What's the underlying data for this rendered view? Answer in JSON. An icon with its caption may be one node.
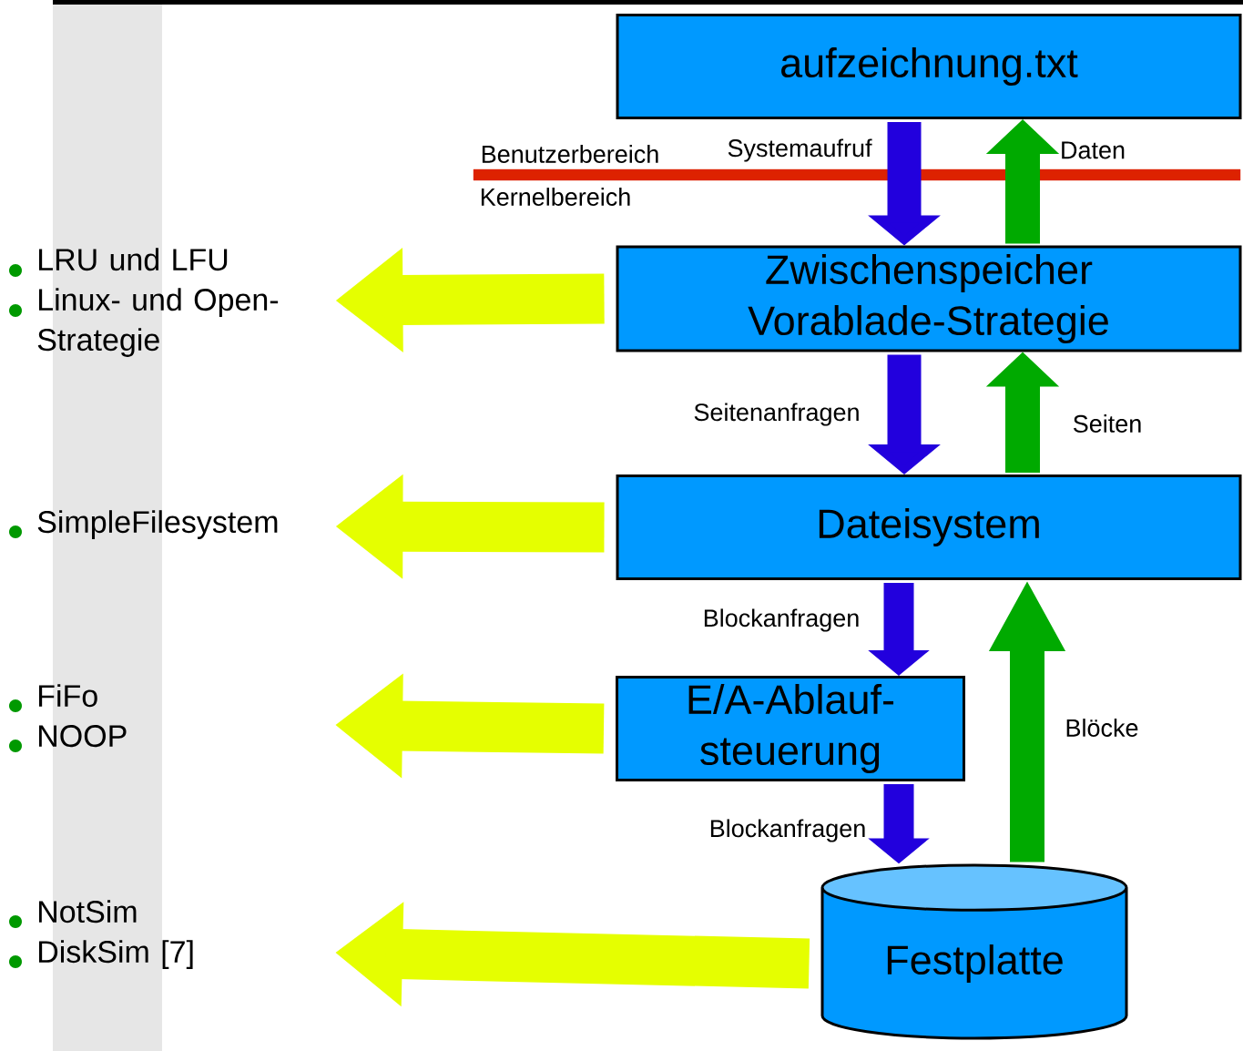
{
  "diagram": {
    "nodes": [
      {
        "text": [
          "aufzeichnung.txt"
        ]
      },
      {
        "text": [
          "Zwischenspeicher Vorablade-Strategie"
        ]
      },
      {
        "text": [
          "Dateisystem"
        ]
      },
      {
        "text": [
          "E/A-Ablauf- steuerung"
        ]
      },
      {
        "text": [
          "Festplatte"
        ]
      },
      {
        "text": [
          "LRU und LFU",
          "Linux- und Open- Strategie"
        ]
      },
      {
        "text": [
          "SimpleFilesystem"
        ]
      },
      {
        "text": [
          "FiFo",
          "NOOP"
        ]
      },
      {
        "text": [
          "NotSim",
          "DiskSim [7]"
        ]
      }
    ],
    "edges": [
      {
        "from": 0,
        "to": 1,
        "arrow": "to",
        "label": "Systemaufruf",
        "color": "#2200dd"
      },
      {
        "from": 1,
        "to": 0,
        "arrow": "to",
        "label": "Daten",
        "color": "#00aa00"
      },
      {
        "from": 1,
        "to": 2,
        "arrow": "to",
        "label": "Seitenanfragen",
        "color": "#2200dd"
      },
      {
        "from": 2,
        "to": 1,
        "arrow": "to",
        "label": "Seiten",
        "color": "#00aa00"
      },
      {
        "from": 2,
        "to": 3,
        "arrow": "to",
        "label": "Blockanfragen",
        "color": "#2200dd"
      },
      {
        "from": 3,
        "to": 4,
        "arrow": "to",
        "label": "Blockanfragen",
        "color": "#2200dd"
      },
      {
        "from": 4,
        "to": 2,
        "arrow": "to",
        "label": "Blöcke",
        "color": "#00aa00"
      },
      {
        "from": 1,
        "to": 5,
        "arrow": "to",
        "color": "#e5ff00"
      },
      {
        "from": 2,
        "to": 6,
        "arrow": "to",
        "color": "#e5ff00"
      },
      {
        "from": 3,
        "to": null,
        "arrow": "to",
        "color": "#e5ff00"
      },
      {
        "from": 4,
        "to": null,
        "arrow": "to",
        "color": "#e5ff00"
      }
    ],
    "labels": [
      "Benutzerbereich",
      "Kernelbereich"
    ]
  }
}
